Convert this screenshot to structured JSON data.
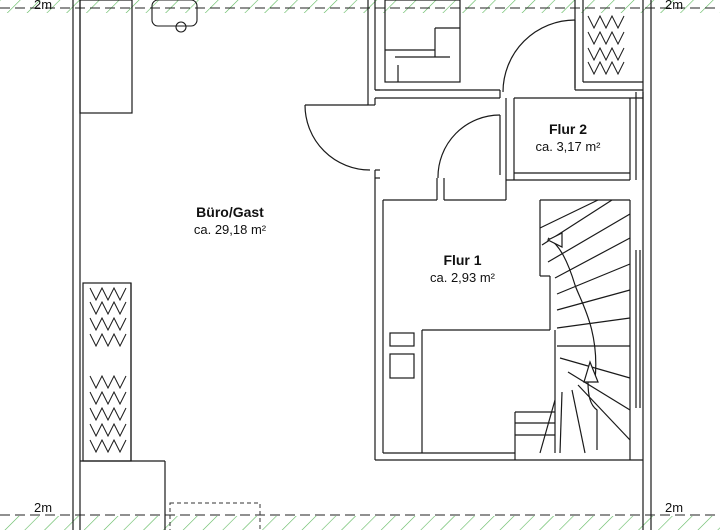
{
  "height_markers": {
    "top_left": "2m",
    "top_right": "2m",
    "bottom_left": "2m",
    "bottom_right": "2m"
  },
  "rooms": {
    "buero": {
      "name": "Büro/Gast",
      "area": "ca. 29,18 m²"
    },
    "flur1": {
      "name": "Flur 1",
      "area": "ca. 2,93 m²"
    },
    "flur2": {
      "name": "Flur 2",
      "area": "ca. 3,17 m²"
    }
  },
  "colors": {
    "wall": "#1a1a1a",
    "hatch": "#5cb85c",
    "dashed_line": "#222222"
  }
}
